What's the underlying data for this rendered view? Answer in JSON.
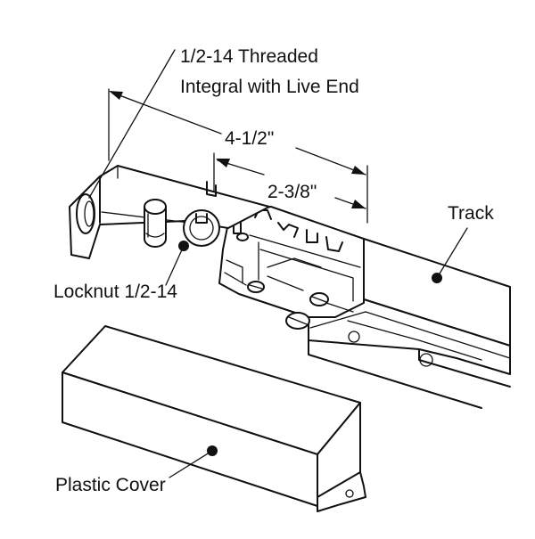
{
  "labels": {
    "threaded_line1": "1/2-14 Threaded",
    "threaded_line2": "Integral with Live End",
    "dim_outer": "4-1/2\"",
    "dim_inner": "2-3/8\"",
    "track": "Track",
    "locknut": "Locknut 1/2-14",
    "plastic_cover": "Plastic Cover"
  },
  "colors": {
    "ink": "#111111",
    "paper": "#ffffff"
  }
}
